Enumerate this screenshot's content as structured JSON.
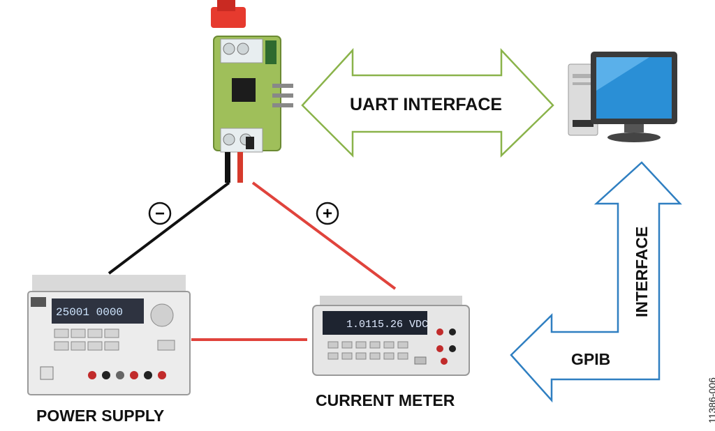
{
  "labels": {
    "uart_interface": "UART INTERFACE",
    "gpib": "GPIB",
    "interface": "INTERFACE",
    "power_supply": "POWER SUPPLY",
    "current_meter": "CURRENT METER",
    "minus": "−",
    "plus": "+",
    "figure_id": "11386-006"
  },
  "power_supply_display": "25001 0000",
  "current_meter_display": "1.0115.26 VDC",
  "colors": {
    "uart_arrow": "#8ab34a",
    "gpib_arrow": "#2f7fc1",
    "wire_negative": "#111111",
    "wire_positive": "#e0433c"
  }
}
